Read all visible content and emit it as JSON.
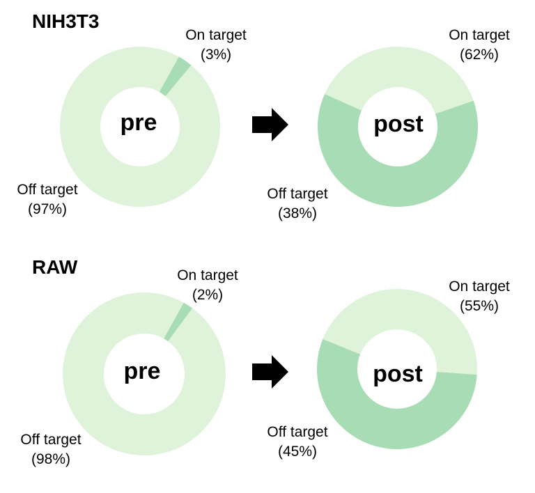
{
  "chart_data": [
    {
      "type": "pie",
      "group": "NIH3T3",
      "center_label": "pre",
      "slices": [
        {
          "name": "On target",
          "percent_label": "(3%)",
          "value": 3,
          "color": "#a8dcb5"
        },
        {
          "name": "Off target",
          "percent_label": "(97%)",
          "value": 97,
          "color": "#dff3da"
        }
      ]
    },
    {
      "type": "pie",
      "group": "NIH3T3",
      "center_label": "post",
      "slices": [
        {
          "name": "On target",
          "percent_label": "(62%)",
          "value": 62,
          "color": "#a8dcb5"
        },
        {
          "name": "Off target",
          "percent_label": "(38%)",
          "value": 38,
          "color": "#dff3da"
        }
      ]
    },
    {
      "type": "pie",
      "group": "RAW",
      "center_label": "pre",
      "slices": [
        {
          "name": "On target",
          "percent_label": "(2%)",
          "value": 2,
          "color": "#a8dcb5"
        },
        {
          "name": "Off target",
          "percent_label": "(98%)",
          "value": 98,
          "color": "#dff3da"
        }
      ]
    },
    {
      "type": "pie",
      "group": "RAW",
      "center_label": "post",
      "slices": [
        {
          "name": "On target",
          "percent_label": "(55%)",
          "value": 55,
          "color": "#a8dcb5"
        },
        {
          "name": "Off target",
          "percent_label": "(45%)",
          "value": 45,
          "color": "#dff3da"
        }
      ]
    }
  ],
  "groups": {
    "top": "NIH3T3",
    "bottom": "RAW"
  },
  "icons": {
    "transition": "right-arrow-icon"
  }
}
